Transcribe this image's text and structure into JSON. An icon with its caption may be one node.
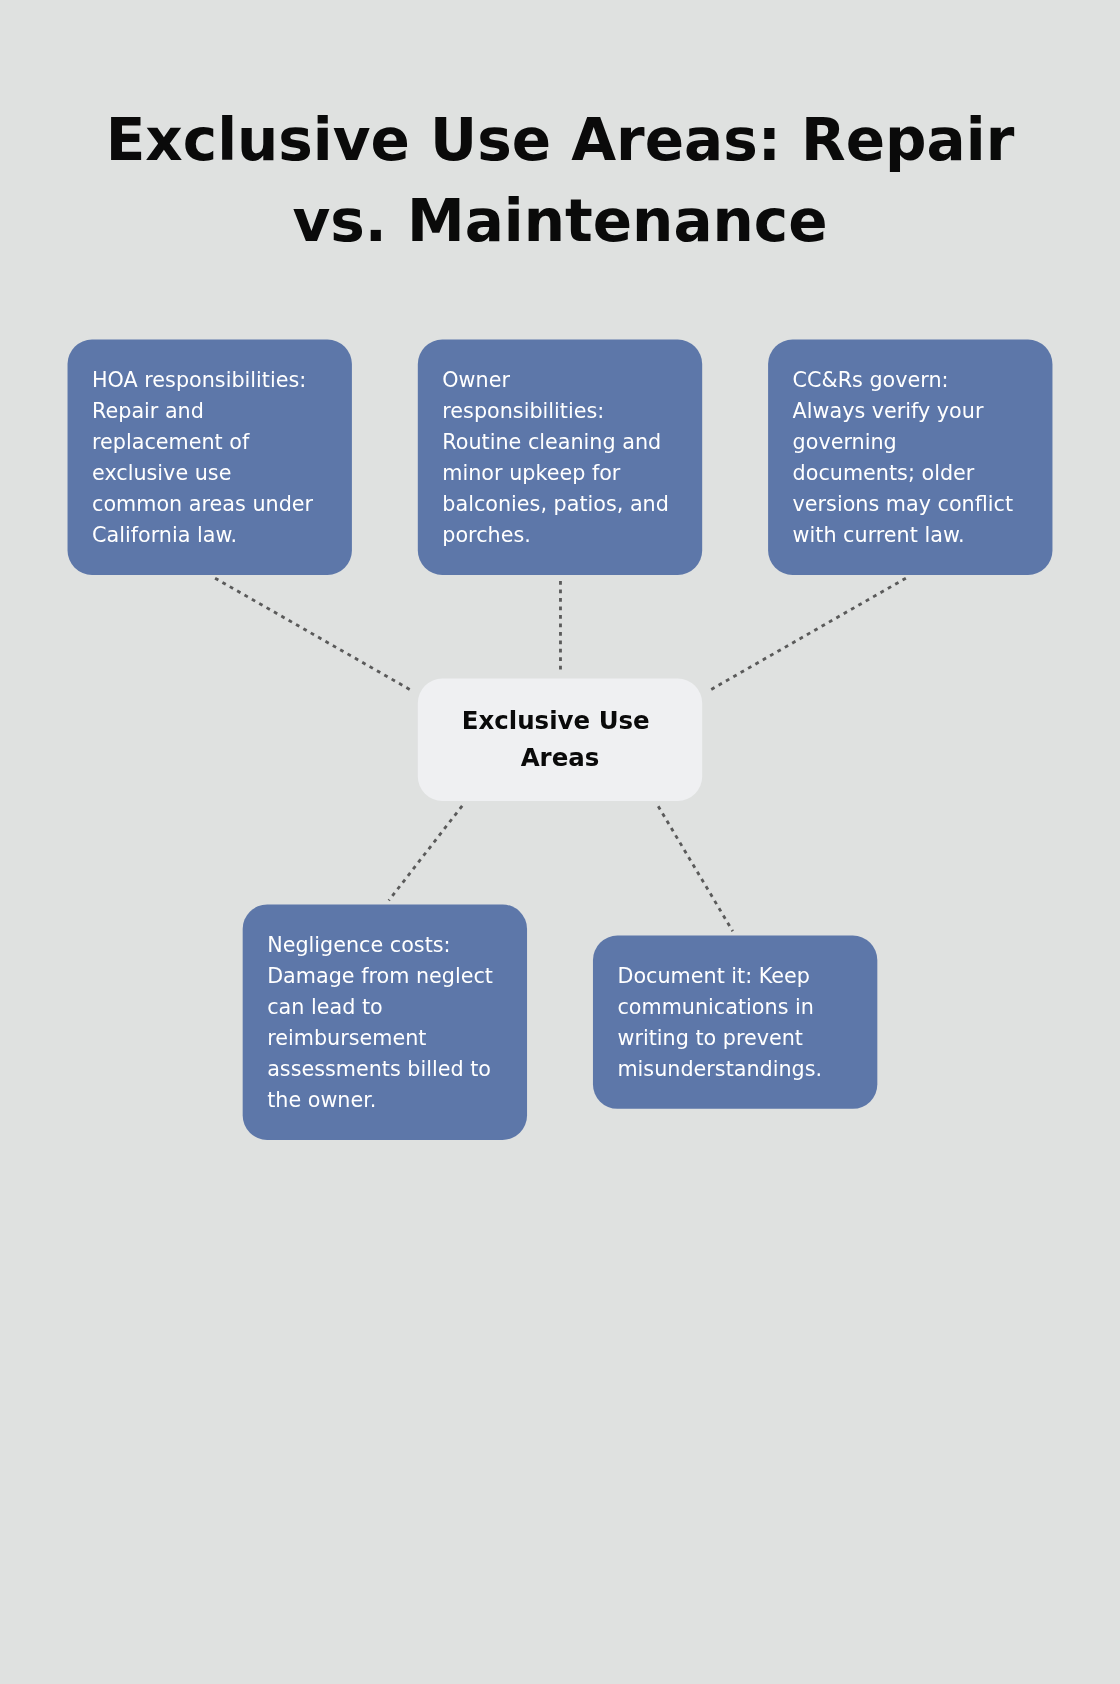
{
  "diagram": {
    "title": "Exclusive Use Areas: Repair vs. Maintenance",
    "nodes": [
      {
        "text": [
          "HOA responsibilities: Repair and replacement of exclusive use common areas under California law."
        ]
      },
      {
        "text": [
          "Owner responsibilities: Routine cleaning and minor upkeep for balconies, patios, and porches."
        ]
      },
      {
        "text": [
          "CC&Rs govern: Always verify your governing documents; older versions may conflict with current law."
        ]
      },
      {
        "text": [
          "Exclusive Use Areas"
        ]
      },
      {
        "text": [
          "Negligence costs: Damage from neglect can lead to reimbursement assessments billed to the owner."
        ]
      },
      {
        "text": [
          "Document it: Keep communications in writing to prevent misunderstandings."
        ]
      }
    ],
    "edges": [
      {
        "from": 0,
        "to": 3,
        "arrow": "none",
        "style": "dashed"
      },
      {
        "from": 1,
        "to": 3,
        "arrow": "none",
        "style": "dashed"
      },
      {
        "from": 2,
        "to": 3,
        "arrow": "none",
        "style": "dashed"
      },
      {
        "from": 3,
        "to": 4,
        "arrow": "none",
        "style": "dashed"
      },
      {
        "from": 3,
        "to": 5,
        "arrow": "none",
        "style": "dashed"
      }
    ]
  }
}
